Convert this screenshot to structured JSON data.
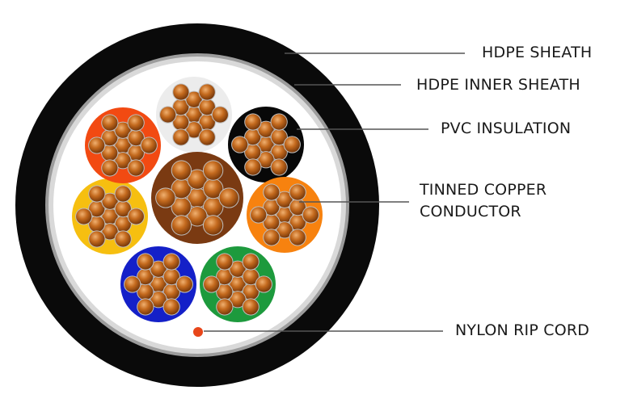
{
  "diagram": {
    "labels": {
      "hdpe_sheath": "HDPE SHEATH",
      "hdpe_inner_sheath": "HDPE INNER SHEATH",
      "pvc_insulation": "PVC INSULATION",
      "conductor_line1": "TINNED COPPER",
      "conductor_line2": "CONDUCTOR",
      "nylon_rip_cord": "NYLON RIP CORD"
    },
    "colors": {
      "outer_sheath": "#0a0a0a",
      "inner_sheath": "#f4f4f4",
      "filler": "#ffffff",
      "copper": "#c46a1e",
      "rip_cord": "#e8461a",
      "leader_line": "#555555"
    },
    "cores": [
      {
        "color": "white",
        "hex": "#ececec"
      },
      {
        "color": "black",
        "hex": "#080808"
      },
      {
        "color": "orange",
        "hex": "#f7820f"
      },
      {
        "color": "green",
        "hex": "#1d9a3d"
      },
      {
        "color": "blue",
        "hex": "#1420c8"
      },
      {
        "color": "yellow",
        "hex": "#f6bf10"
      },
      {
        "color": "red",
        "hex": "#f24a12"
      },
      {
        "color": "brown",
        "hex": "#7a3a12"
      }
    ]
  }
}
